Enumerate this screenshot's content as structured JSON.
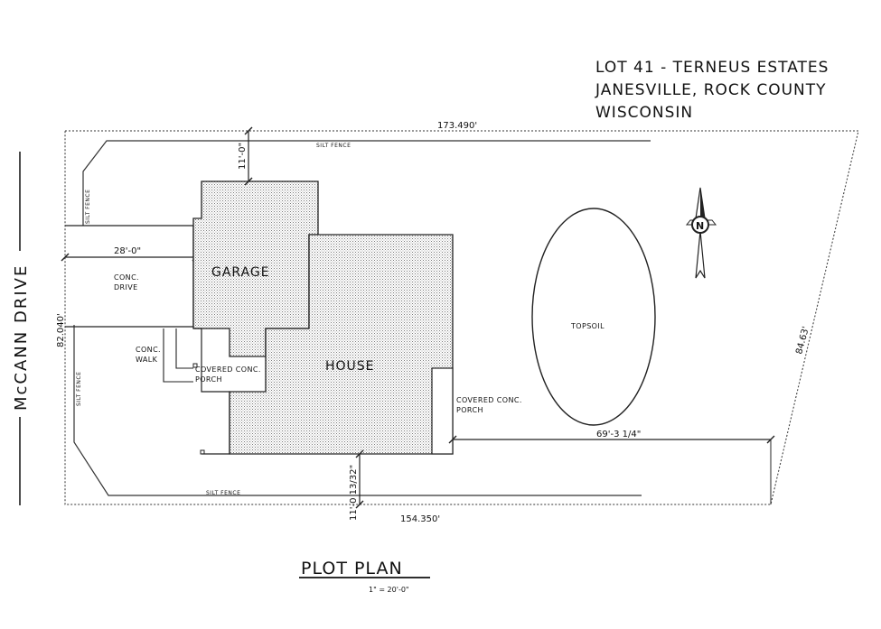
{
  "title": {
    "line1": "LOT 41 - TERNEUS ESTATES",
    "line2": "JANESVILLE, ROCK COUNTY",
    "line3": "WISCONSIN"
  },
  "street": "McCANN DRIVE",
  "dimensions": {
    "top": "173.490'",
    "bottom": "154.350'",
    "left": "82.040'",
    "right": "84.63'",
    "drive_length": "28'-0\"",
    "garage_setback": "11'-0\"",
    "house_setback": "11'-0 13/32\"",
    "porch_to_lot": "69'-3 1/4\""
  },
  "labels": {
    "silt_fence": "SILT FENCE",
    "conc_drive_1": "CONC.",
    "conc_drive_2": "DRIVE",
    "garage": "GARAGE",
    "house": "HOUSE",
    "conc_walk_1": "CONC.",
    "conc_walk_2": "WALK",
    "front_porch_1": "COVERED CONC.",
    "front_porch_2": "PORCH",
    "rear_porch_1": "COVERED CONC.",
    "rear_porch_2": "PORCH",
    "topsoil": "TOPSOIL",
    "north": "N"
  },
  "plan_title": "PLOT PLAN",
  "scale": "1\" = 20'-0\""
}
